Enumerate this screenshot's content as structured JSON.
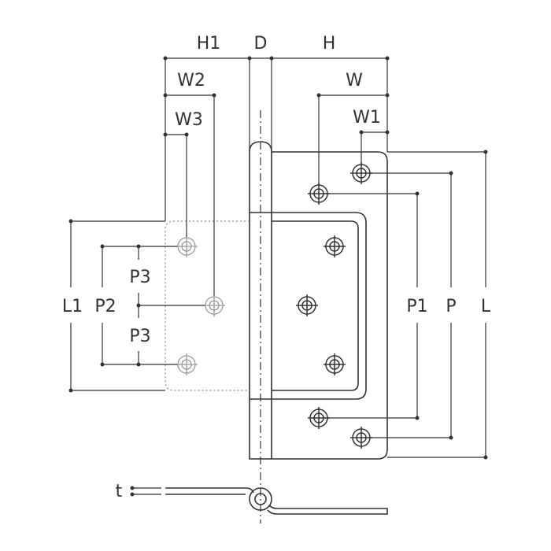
{
  "labels": {
    "h1": "H1",
    "d": "D",
    "h": "H",
    "w2": "W2",
    "w": "W",
    "w3": "W3",
    "w1": "W1",
    "l1": "L1",
    "p2": "P2",
    "p3_upper": "P3",
    "p3_lower": "P3",
    "p1": "P1",
    "p": "P",
    "l": "L",
    "t": "t"
  },
  "colors": {
    "line": "#333333",
    "hidden_part": "#888888",
    "background": "#ffffff"
  }
}
